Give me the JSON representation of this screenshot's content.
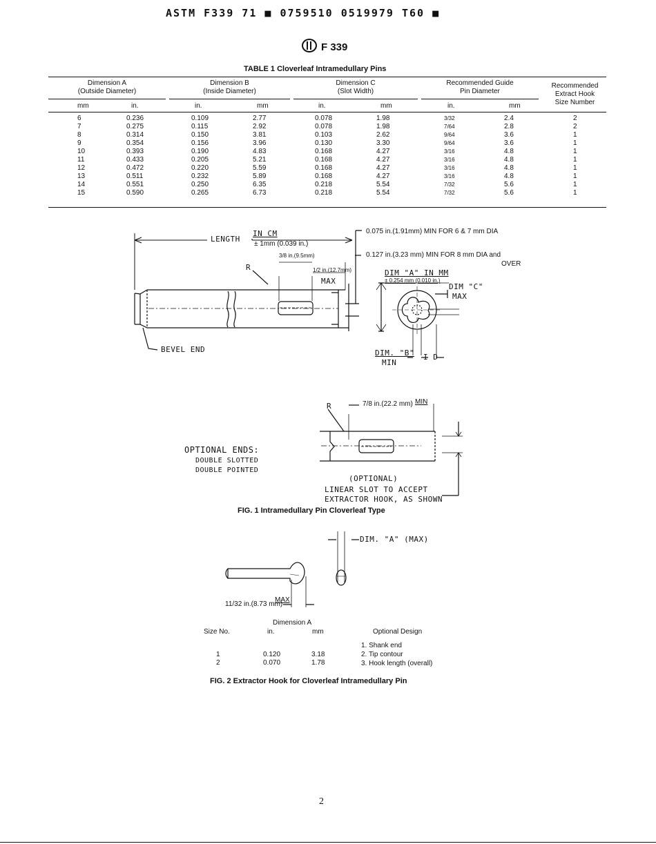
{
  "header": {
    "doc_code": "ASTM F339 71 ■ 0759510 0519979 T60 ■",
    "logo_alt": "ASTM",
    "designation": "F 339"
  },
  "table1": {
    "title": "TABLE 1   Cloverleaf Intramedullary Pins",
    "groups": [
      {
        "line1": "Dimension A",
        "line2": "(Outside Diameter)"
      },
      {
        "line1": "Dimension B",
        "line2": "(Inside Diameter)"
      },
      {
        "line1": "Dimension C",
        "line2": "(Slot Width)"
      },
      {
        "line1": "Recommended Guide",
        "line2": "Pin Diameter"
      },
      {
        "line1": "Recommended",
        "line2": "Extract Hook",
        "line3": "Size Number"
      }
    ],
    "units": [
      "mm",
      "in.",
      "in.",
      "mm",
      "in.",
      "mm",
      "in.",
      "mm"
    ],
    "rows": [
      [
        "6",
        "0.236",
        "0.109",
        "2.77",
        "0.078",
        "1.98",
        "3/32",
        "2.4",
        "2"
      ],
      [
        "7",
        "0.275",
        "0.115",
        "2.92",
        "0.078",
        "1.98",
        "7/64",
        "2.8",
        "2"
      ],
      [
        "8",
        "0.314",
        "0.150",
        "3.81",
        "0.103",
        "2.62",
        "9/64",
        "3.6",
        "1"
      ],
      [
        "9",
        "0.354",
        "0.156",
        "3.96",
        "0.130",
        "3.30",
        "9/64",
        "3.6",
        "1"
      ],
      [
        "10",
        "0.393",
        "0.190",
        "4.83",
        "0.168",
        "4.27",
        "3/16",
        "4.8",
        "1"
      ],
      [
        "11",
        "0.433",
        "0.205",
        "5.21",
        "0.168",
        "4.27",
        "3/16",
        "4.8",
        "1"
      ],
      [
        "12",
        "0.472",
        "0.220",
        "5.59",
        "0.168",
        "4.27",
        "3/16",
        "4.8",
        "1"
      ],
      [
        "13",
        "0.511",
        "0.232",
        "5.89",
        "0.168",
        "4.27",
        "3/16",
        "4.8",
        "1"
      ],
      [
        "14",
        "0.551",
        "0.250",
        "6.35",
        "0.218",
        "5.54",
        "7/32",
        "5.6",
        "1"
      ],
      [
        "15",
        "0.590",
        "0.265",
        "6.73",
        "0.218",
        "5.54",
        "7/32",
        "5.6",
        "1"
      ]
    ]
  },
  "fig1": {
    "length_label": "LENGTH",
    "in_cm": "IN CM",
    "tolerance": "± 1mm (0.039 in.)",
    "note_075": "0.075 in.(1.91mm) MIN FOR 6 & 7 mm DIA",
    "note_127": "0.127 in.(3.23 mm) MIN FOR 8 mm DIA and",
    "note_over": "OVER",
    "r_label": "R",
    "three_eighths": "3/8 in.(9.5mm)",
    "half_in": "1/2 in.(12.7mm)",
    "max": "MAX",
    "dim_a_mm": "DIM \"A\" IN MM",
    "dim_a_tol": "± 0.254 mm (0.010 in.)",
    "dim_c": "DIM \"C\"",
    "dim_c_max": "MAX",
    "bevel_end": "BEVEL END",
    "dim_b": "DIM. \"B\"",
    "dim_b_min": "MIN",
    "id": "I D",
    "r2": "R",
    "seven_eighths": "7/8 in.(22.2 mm)",
    "min": "MIN",
    "optional_ends": "OPTIONAL ENDS:",
    "double_slotted": "DOUBLE SLOTTED",
    "double_pointed": "DOUBLE POINTED",
    "optional": "(OPTIONAL)",
    "linear_slot": "LINEAR SLOT TO ACCEPT",
    "extractor_hook": "EXTRACTOR HOOK, AS SHOWN",
    "caption": "FIG. 1   Intramedullary Pin Cloverleaf Type"
  },
  "fig2": {
    "dim_a_max": "DIM. \"A\" (MAX)",
    "eleven_32": "11/32 in.(8.73 mm)",
    "max": "MAX",
    "dimension_a": "Dimension A",
    "size_no": "Size No.",
    "in": "in.",
    "mm": "mm",
    "optional_design": "Optional Design",
    "rows": [
      {
        "size": "1",
        "in": "0.120",
        "mm": "3.18"
      },
      {
        "size": "2",
        "in": "0.070",
        "mm": "1.78"
      }
    ],
    "design_items": [
      "1. Shank end",
      "2. Tip contour",
      "3. Hook length (overall)"
    ],
    "caption": "FIG. 2   Extractor Hook for Cloverleaf Intramedullary Pin"
  },
  "footer": {
    "page_number": "2"
  }
}
